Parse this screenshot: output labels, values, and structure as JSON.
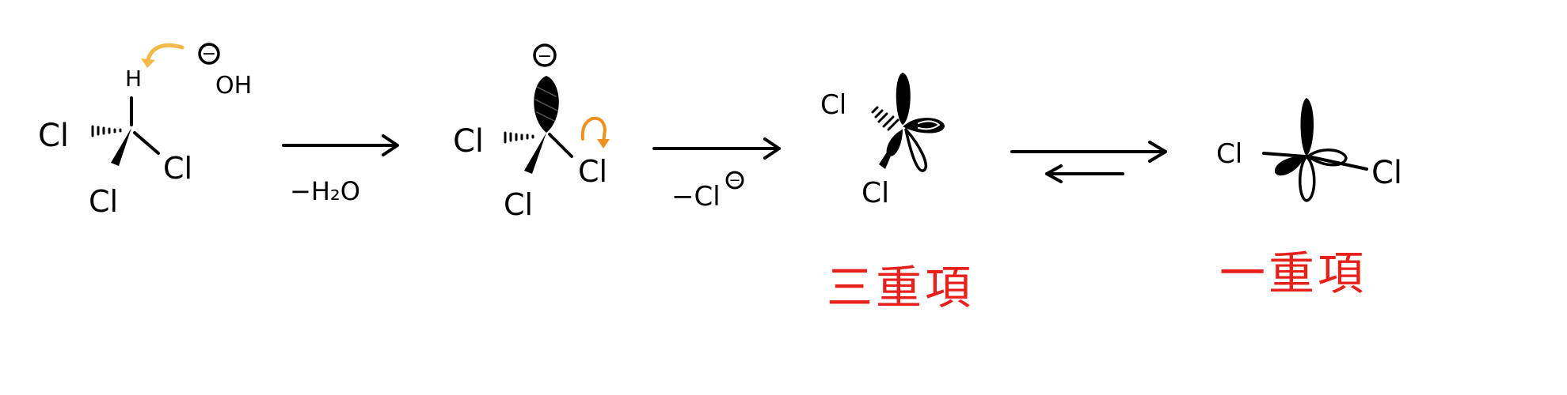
{
  "colors": {
    "ink": "#000000",
    "curved_arrow_1": "#f5b94a",
    "curved_arrow_2": "#f0901e",
    "label_red": "#e8201c"
  },
  "molecule1": {
    "h": "H",
    "cl_left": "Cl",
    "cl_right": "Cl",
    "cl_bottom": "Cl",
    "hydroxide_charge": "−",
    "hydroxide": "OH"
  },
  "arrow1": {
    "label": "−H₂O"
  },
  "molecule2": {
    "charge": "−",
    "cl_left": "Cl",
    "cl_right": "Cl",
    "cl_bottom": "Cl"
  },
  "arrow2": {
    "label": "−Cl",
    "charge": "−"
  },
  "molecule3": {
    "cl_top": "Cl",
    "cl_bottom": "Cl",
    "label": "三重項"
  },
  "molecule4": {
    "cl_left": "Cl",
    "cl_right": "Cl",
    "label": "一重項"
  }
}
